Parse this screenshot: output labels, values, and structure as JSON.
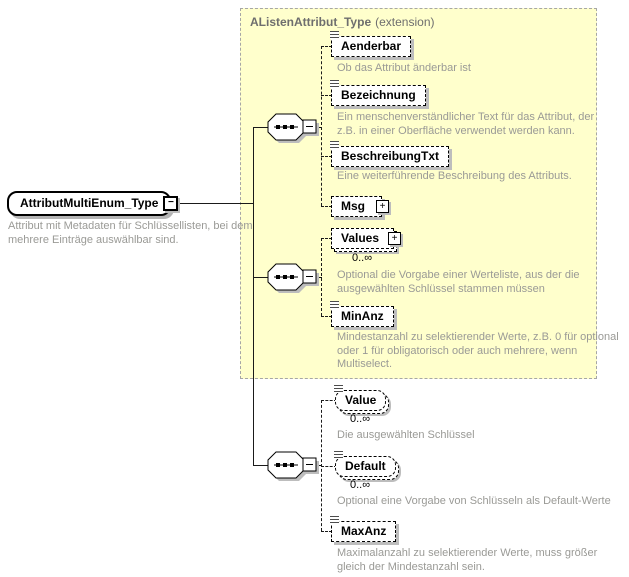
{
  "root": {
    "label": "AttributMultiEnum_Type",
    "collapse_glyph": "−",
    "description": "Attribut mit Metadaten für Schlüssellisten, bei dem mehrere Einträge auswählbar sind."
  },
  "extension_panel": {
    "title": "AListenAttribut_Type",
    "qualifier": "(extension)"
  },
  "nodes": [
    {
      "label": "Aenderbar",
      "description": "Ob das Attribut änderbar ist"
    },
    {
      "label": "Bezeichnung",
      "description": "Ein menschenverständlicher Text für das Attribut, der z.B. in einer Oberfläche verwendet werden kann."
    },
    {
      "label": "BeschreibungTxt",
      "description": "Eine weiterführende Beschreibung des Attributs."
    },
    {
      "label": "Msg",
      "expand_glyph": "+"
    },
    {
      "label": "Values",
      "expand_glyph": "+",
      "occurs": "0..∞",
      "description": "Optional die Vorgabe einer Werteliste, aus der die ausgewählten Schlüssel stammen müssen"
    },
    {
      "label": "MinAnz",
      "description": "Mindestanzahl zu selektierender Werte, z.B. 0 für optional oder 1 für obligatorisch oder auch mehrere, wenn Multiselect."
    },
    {
      "label": "Value",
      "occurs": "0..∞",
      "description": "Die ausgewählten Schlüssel"
    },
    {
      "label": "Default",
      "occurs": "0..∞",
      "description": "Optional eine Vorgabe von Schlüsseln als Default-Werte"
    },
    {
      "label": "MaxAnz",
      "description": "Maximalanzahl zu selektierender Werte, muss größer gleich der Mindestanzahl sein."
    }
  ],
  "colors": {
    "panel_bg": "#ffffcc",
    "panel_border": "#a6a6a6",
    "node_border": "#000000",
    "shadow": "#bdbdbd",
    "description_text": "#9a9a96",
    "panel_title_text": "#6e6e6e"
  }
}
